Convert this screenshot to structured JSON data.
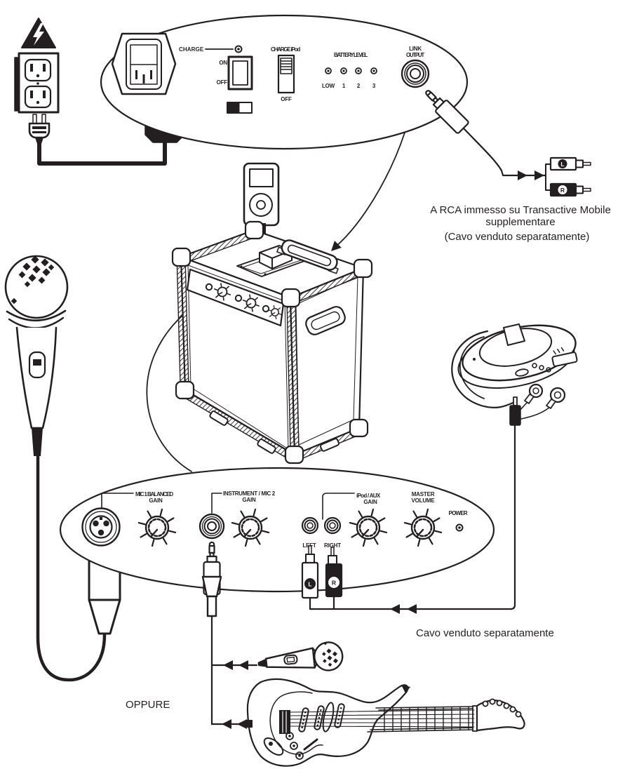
{
  "page": {
    "background": "#ffffff",
    "ink": "#231f20"
  },
  "top_panel": {
    "charge": "CHARGE",
    "on": "ON",
    "off": "OFF",
    "charge_ipod": "CHARGE iPod",
    "charge_ipod_off": "OFF",
    "battery_level": "BATTERY LEVEL",
    "battery_marks": [
      "LOW",
      "1",
      "2",
      "3"
    ],
    "link_line1": "LINK",
    "link_line2": "OUTPUT"
  },
  "bottom_panel": {
    "mic1_line1": "MIC 1 BALANCED",
    "mic1_line2": "GAIN",
    "inst_line1": "INSTRUMENT / MIC 2",
    "inst_line2": "GAIN",
    "ipod_line1": "iPod / AUX",
    "ipod_line2": "GAIN",
    "left": "LEFT",
    "right": "RIGHT",
    "master_line1": "MASTER",
    "master_line2": "VOLUME",
    "power": "POWER"
  },
  "plugs": {
    "rca_left": "L",
    "rca_right": "R"
  },
  "notes": {
    "rca_line1": "A RCA immesso su Transactive Mobile",
    "rca_line2": "supplementare",
    "rca_line3": "(Cavo venduto separatamente)",
    "cable": "Cavo venduto separatamente",
    "oppure": "OPPURE"
  }
}
